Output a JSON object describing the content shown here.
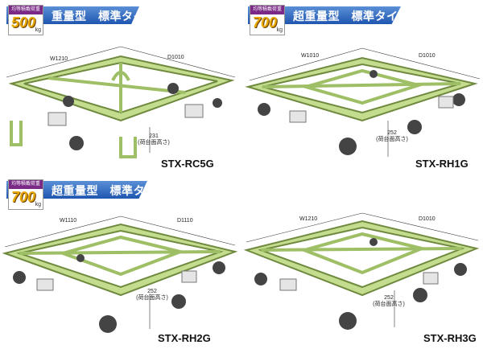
{
  "panels": [
    {
      "badge": {
        "caption": "均等積載荷重",
        "value": "500",
        "unit": "kg"
      },
      "heading": "重量型　標準タイプ",
      "width_label": "W1210",
      "depth_label": "D1010",
      "height_value": "231",
      "height_caption": "(荷台面高さ)",
      "model": "STX-RC5G"
    },
    {
      "badge": {
        "caption": "均等積載荷重",
        "value": "700",
        "unit": "kg"
      },
      "heading": "超重量型　標準タイプ",
      "width_label": "W1010",
      "depth_label": "D1010",
      "height_value": "252",
      "height_caption": "(荷台面高さ)",
      "model": "STX-RH1G"
    },
    {
      "badge": {
        "caption": "均等積載荷重",
        "value": "700",
        "unit": "kg"
      },
      "heading": "超重量型　標準タイプ",
      "width_label": "W1110",
      "depth_label": "D1110",
      "height_value": "252",
      "height_caption": "(荷台面高さ)",
      "model": "STX-RH2G"
    },
    {
      "width_label": "W1210",
      "depth_label": "D1010",
      "height_value": "252",
      "height_caption": "(荷台面高さ)",
      "model": "STX-RH3G"
    }
  ],
  "colors": {
    "frame": "#c3dc8e",
    "frame_edge": "#6f8a3f",
    "ribbon": "#1f56b0",
    "badge_top": "#7a2a86",
    "badge_value": "#e8a800"
  }
}
